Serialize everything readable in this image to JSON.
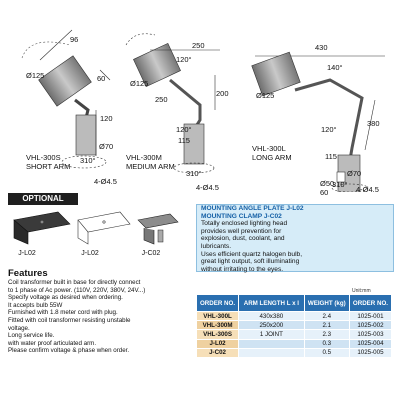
{
  "lamps": [
    {
      "model": "VHL-300S",
      "arm": "SHORT ARM",
      "dims": [
        "96",
        "Ø125",
        "60",
        "120",
        "Ø70",
        "310°",
        "4-Ø4.5"
      ]
    },
    {
      "model": "VHL-300M",
      "arm": "MEDIUM ARM",
      "dims": [
        "250",
        "120°",
        "Ø125",
        "250",
        "200",
        "120°",
        "115",
        "310°",
        "4-Ø4.5"
      ]
    },
    {
      "model": "VHL-300L",
      "arm": "LONG ARM",
      "dims": [
        "430",
        "140°",
        "Ø125",
        "380",
        "120°",
        "115",
        "Ø70",
        "310°",
        "4-Ø4.5",
        "Ø50",
        "60"
      ]
    }
  ],
  "optional": {
    "title": "OPTIONAL",
    "items": [
      {
        "code": "J-L02",
        "label": "J-L02"
      },
      {
        "code": "J-L02",
        "label": "J-L02"
      },
      {
        "code": "J-C02",
        "label": "J-C02"
      }
    ]
  },
  "mounting": {
    "lines": [
      "MOUNTING ANGLE PLATE J-L02",
      "MOUNTING CLAMP J-C02",
      "Totally enclosed lighting head",
      "provides well prevention for",
      "explosion, dust, coolant, and",
      "lubricants.",
      "Uses efficient quartz halogen bulb,",
      "great light output, soft illuminating",
      "without irritating to the eyes."
    ]
  },
  "features": {
    "title": "Features",
    "lines": [
      "Coil transformer built in base for directly connect",
      "to 1 phase of Ac power. (110V, 220V, 380V, 24V...)",
      "Specify voltage as desired when ordering.",
      "It accepts bulb 55W",
      "Furnished with 1.8 meter cord with plug.",
      "Fitted with coil transformer resisting unstable",
      "voltage.",
      "Long service life.",
      "with water proof articulated arm.",
      "Please confirm voltage & phase when order."
    ]
  },
  "table": {
    "unit": "Unit:mm",
    "headers": [
      "ORDER NO.",
      "ARM LENGTH L x l",
      "WEIGHT (kg)",
      "ORDER NO."
    ],
    "rows": [
      [
        "VHL-300L",
        "430x380",
        "2.4",
        "1025-001"
      ],
      [
        "VHL-300M",
        "250x200",
        "2.1",
        "1025-002"
      ],
      [
        "VHL-300S",
        "1 JOINT",
        "2.3",
        "1025-003"
      ],
      [
        "J-L02",
        "",
        "0.3",
        "1025-004"
      ],
      [
        "J-C02",
        "",
        "0.5",
        "1025-005"
      ]
    ]
  },
  "colors": {
    "lamp_body": "#9a9a9a",
    "base": "#b6b6b6",
    "box_bg": "#d6ecf8",
    "header": "#2a6fb0"
  }
}
